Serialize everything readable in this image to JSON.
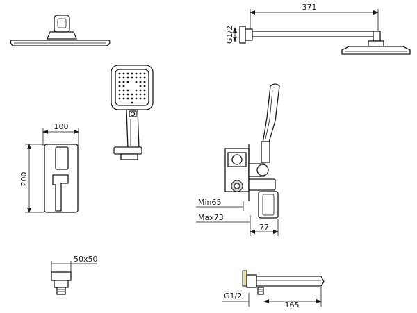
{
  "drawing": {
    "dimensions": {
      "arm_length": "371",
      "arm_thread": "G1/2",
      "plate_width": "100",
      "plate_height": "200",
      "body_min": "Min65",
      "body_max": "Max73",
      "body_projection": "77",
      "outlet_size": "50x50",
      "spout_thread": "G1/2",
      "spout_length": "165"
    }
  }
}
